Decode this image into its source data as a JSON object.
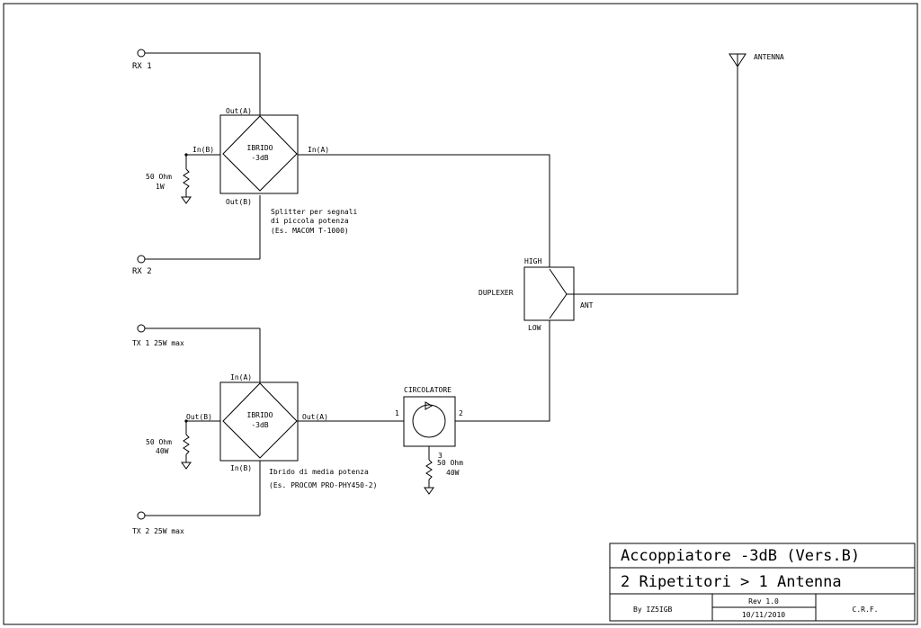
{
  "inputs": {
    "rx1": "RX 1",
    "rx2": "RX 2",
    "tx1": "TX 1 25W max",
    "tx2": "TX 2 25W max"
  },
  "rx_hybrid": {
    "name": "IBRIDO",
    "value": "-3dB",
    "out_a": "Out(A)",
    "out_b": "Out(B)",
    "in_a": "In(A)",
    "in_b": "In(B)",
    "term_value": "50 Ohm",
    "term_power": "1W",
    "note_1": "Splitter per segnali",
    "note_2": "di piccola potenza",
    "note_3": "(Es. MACOM T-1000)"
  },
  "tx_hybrid": {
    "name": "IBRIDO",
    "value": "-3dB",
    "in_a": "In(A)",
    "in_b": "In(B)",
    "out_a": "Out(A)",
    "out_b": "Out(B)",
    "term_value": "50 Ohm",
    "term_power": "40W",
    "note_1": "Ibrido di media potenza",
    "note_2": "(Es. PROCOM PRO-PHY450-2)"
  },
  "circulator": {
    "title": "CIRCOLATORE",
    "port1": "1",
    "port2": "2",
    "port3": "3",
    "term_value": "50 Ohm",
    "term_power": "40W"
  },
  "duplexer": {
    "title": "DUPLEXER",
    "high": "HIGH",
    "low": "LOW",
    "ant": "ANT"
  },
  "antenna": {
    "label": "ANTENNA"
  },
  "title_block": {
    "title": "Accoppiatore -3dB (Vers.B)",
    "subtitle": "2 Ripetitori > 1 Antenna",
    "author": "By IZ5IGB",
    "rev": "Rev 1.0",
    "date": "10/11/2010",
    "org": "C.R.F."
  }
}
